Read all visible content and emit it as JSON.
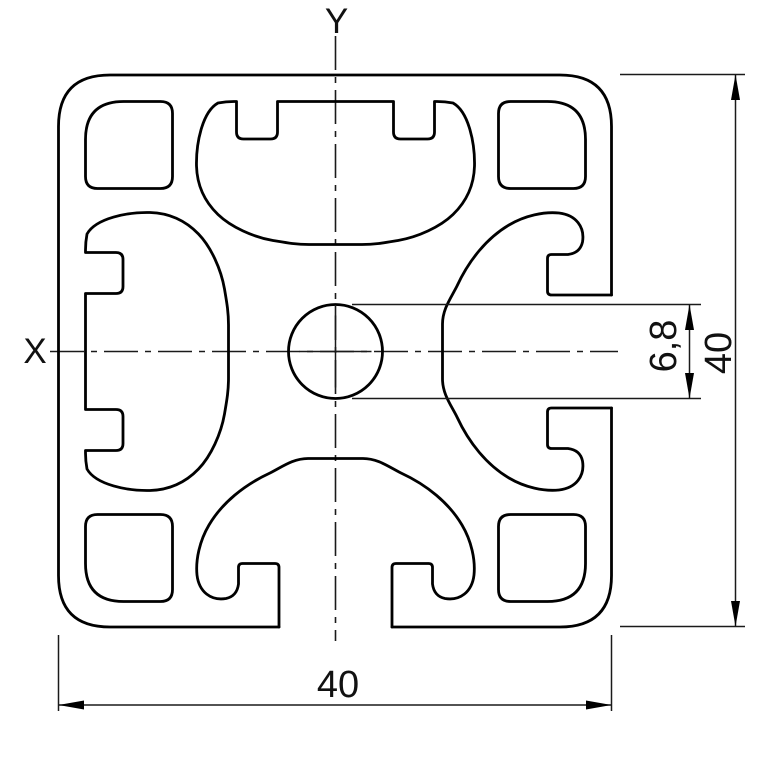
{
  "drawing": {
    "type": "technical-cross-section-aluminum-extrusion-profile",
    "axis": {
      "x_label": "X",
      "y_label": "Y"
    },
    "dims": {
      "width": "40",
      "height": "40",
      "bore_diameter": "6,8"
    },
    "line_color": "#000000",
    "background": "#ffffff"
  }
}
